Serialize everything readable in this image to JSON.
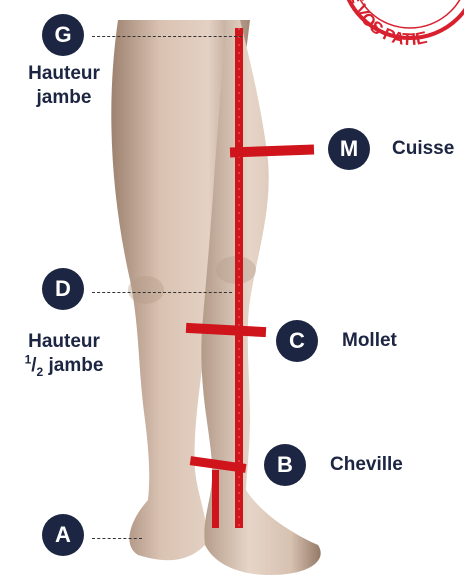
{
  "stamp": {
    "text": "E VOS PATIE",
    "color": "#d8202e"
  },
  "colors": {
    "marker": "#1c2541",
    "tape": "#d0141c",
    "label": "#1c2541"
  },
  "markers": {
    "g": {
      "letter": "G",
      "label_line1": "Hauteur",
      "label_line2": "jambe"
    },
    "m": {
      "letter": "M",
      "label": "Cuisse"
    },
    "d": {
      "letter": "D",
      "label_line1": "Hauteur",
      "fraction_num": "1",
      "fraction_den": "2",
      "label_line2": "jambe"
    },
    "c": {
      "letter": "C",
      "label": "Mollet"
    },
    "b": {
      "letter": "B",
      "label": "Cheville"
    },
    "a": {
      "letter": "A"
    }
  }
}
